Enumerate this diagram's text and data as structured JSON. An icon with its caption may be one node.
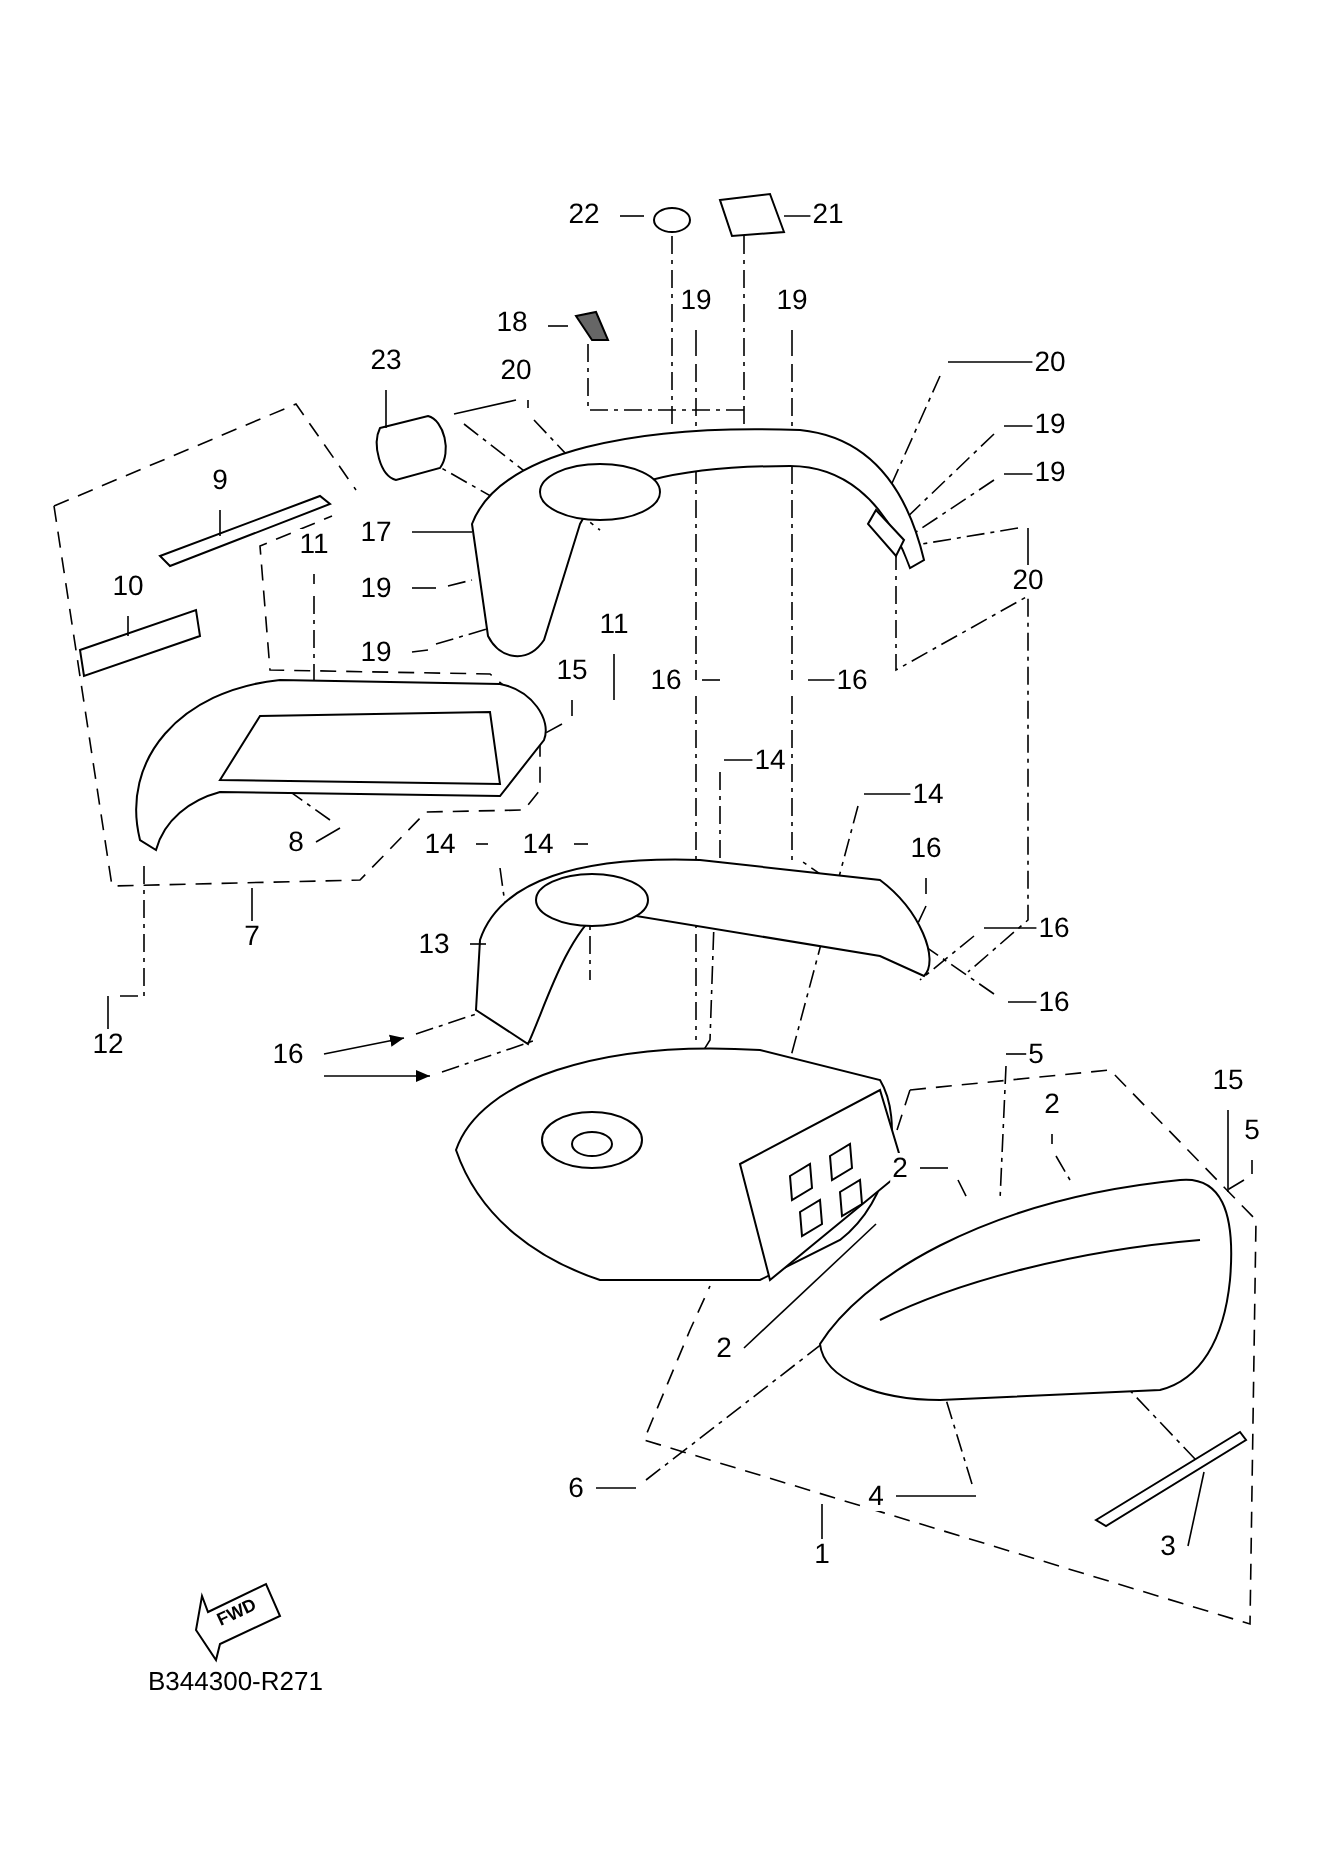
{
  "diagram": {
    "nodes": [
      {
        "text": [
          "22"
        ]
      },
      {
        "text": [
          "21"
        ]
      },
      {
        "text": [
          "18"
        ]
      },
      {
        "text": [
          "19"
        ]
      },
      {
        "text": [
          "19"
        ]
      },
      {
        "text": [
          "23"
        ]
      },
      {
        "text": [
          "20"
        ]
      },
      {
        "text": [
          "20"
        ]
      },
      {
        "text": [
          "19"
        ]
      },
      {
        "text": [
          "19"
        ]
      },
      {
        "text": [
          "9"
        ]
      },
      {
        "text": [
          "11"
        ]
      },
      {
        "text": [
          "17"
        ]
      },
      {
        "text": [
          "20"
        ]
      },
      {
        "text": [
          "10"
        ]
      },
      {
        "text": [
          "19"
        ]
      },
      {
        "text": [
          "19"
        ]
      },
      {
        "text": [
          "11"
        ]
      },
      {
        "text": [
          "15"
        ]
      },
      {
        "text": [
          "16"
        ]
      },
      {
        "text": [
          "16"
        ]
      },
      {
        "text": [
          "14"
        ]
      },
      {
        "text": [
          "14"
        ]
      },
      {
        "text": [
          "8"
        ]
      },
      {
        "text": [
          "14"
        ]
      },
      {
        "text": [
          "14"
        ]
      },
      {
        "text": [
          "16"
        ]
      },
      {
        "text": [
          "16"
        ]
      },
      {
        "text": [
          "7"
        ]
      },
      {
        "text": [
          "13"
        ]
      },
      {
        "text": [
          "12"
        ]
      },
      {
        "text": [
          "16"
        ]
      },
      {
        "text": [
          "16"
        ]
      },
      {
        "text": [
          "5"
        ]
      },
      {
        "text": [
          "15"
        ]
      },
      {
        "text": [
          "2"
        ]
      },
      {
        "text": [
          "5"
        ]
      },
      {
        "text": [
          "2"
        ]
      },
      {
        "text": [
          "2"
        ]
      },
      {
        "text": [
          "6"
        ]
      },
      {
        "text": [
          "4"
        ]
      },
      {
        "text": [
          "1"
        ]
      },
      {
        "text": [
          "3"
        ]
      }
    ],
    "edges": [
      {
        "from": 0,
        "to": null,
        "arrow": "none"
      },
      {
        "from": 1,
        "to": null,
        "arrow": "none"
      },
      {
        "from": 2,
        "to": null,
        "arrow": "none"
      },
      {
        "from": 3,
        "to": null,
        "arrow": "none"
      },
      {
        "from": 4,
        "to": null,
        "arrow": "none"
      },
      {
        "from": 5,
        "to": null,
        "arrow": "none"
      },
      {
        "from": 6,
        "to": null,
        "arrow": "none"
      },
      {
        "from": 6,
        "to": null,
        "arrow": "none"
      },
      {
        "from": 7,
        "to": null,
        "arrow": "none"
      },
      {
        "from": 8,
        "to": null,
        "arrow": "none"
      },
      {
        "from": 9,
        "to": null,
        "arrow": "none"
      },
      {
        "from": 10,
        "to": null,
        "arrow": "none"
      },
      {
        "from": 11,
        "to": null,
        "arrow": "none"
      },
      {
        "from": 12,
        "to": null,
        "arrow": "none"
      },
      {
        "from": 13,
        "to": null,
        "arrow": "none"
      },
      {
        "from": 14,
        "to": null,
        "arrow": "none"
      },
      {
        "from": 15,
        "to": null,
        "arrow": "none"
      },
      {
        "from": 16,
        "to": null,
        "arrow": "none"
      },
      {
        "from": 17,
        "to": null,
        "arrow": "none"
      },
      {
        "from": 18,
        "to": null,
        "arrow": "none"
      },
      {
        "from": 19,
        "to": null,
        "arrow": "none"
      },
      {
        "from": 20,
        "to": null,
        "arrow": "none"
      },
      {
        "from": 21,
        "to": null,
        "arrow": "none"
      },
      {
        "from": 22,
        "to": null,
        "arrow": "none"
      },
      {
        "from": 23,
        "to": null,
        "arrow": "none"
      },
      {
        "from": 24,
        "to": null,
        "arrow": "none"
      },
      {
        "from": 25,
        "to": null,
        "arrow": "none"
      },
      {
        "from": 26,
        "to": null,
        "arrow": "none"
      },
      {
        "from": 27,
        "to": null,
        "arrow": "none"
      },
      {
        "from": 28,
        "to": null,
        "arrow": "none"
      },
      {
        "from": 29,
        "to": null,
        "arrow": "none"
      },
      {
        "from": 30,
        "to": null,
        "arrow": "none"
      },
      {
        "from": 31,
        "to": null,
        "arrow": "none"
      },
      {
        "from": 32,
        "to": null,
        "arrow": "to"
      },
      {
        "from": 32,
        "to": null,
        "arrow": "to"
      },
      {
        "from": 33,
        "to": null,
        "arrow": "none"
      },
      {
        "from": 34,
        "to": null,
        "arrow": "none"
      },
      {
        "from": 35,
        "to": null,
        "arrow": "none"
      },
      {
        "from": 36,
        "to": null,
        "arrow": "none"
      },
      {
        "from": 37,
        "to": null,
        "arrow": "none"
      },
      {
        "from": 38,
        "to": null,
        "arrow": "none"
      },
      {
        "from": 39,
        "to": null,
        "arrow": "none"
      },
      {
        "from": 40,
        "to": null,
        "arrow": "none"
      },
      {
        "from": 41,
        "to": null,
        "arrow": "none"
      },
      {
        "from": 42,
        "to": null,
        "arrow": "none"
      }
    ],
    "labels": [
      "FWD",
      "B344300-R271"
    ]
  }
}
